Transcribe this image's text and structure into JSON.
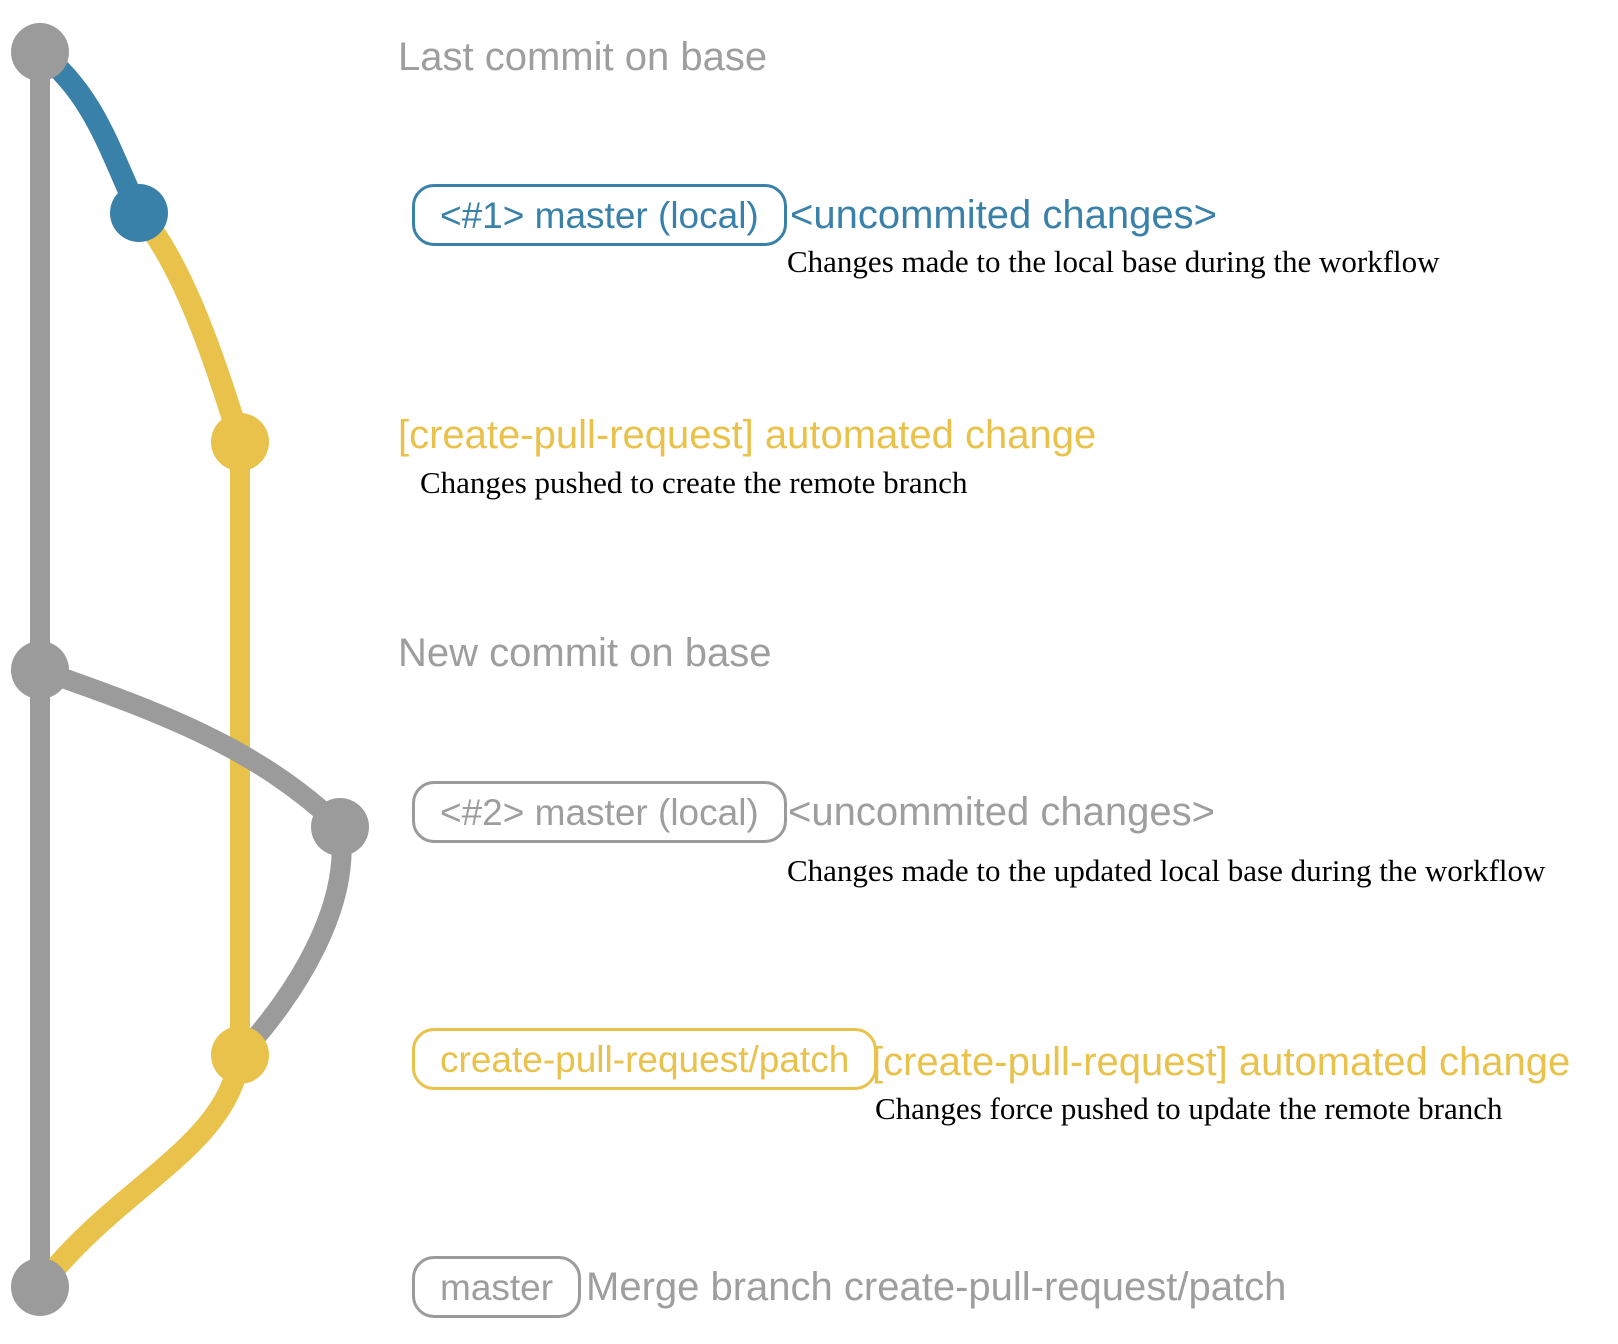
{
  "colors": {
    "gray": "#9b9b9b",
    "gray_text": "#9e9e9e",
    "blue": "#3a81aa",
    "yellow": "#e8c24a",
    "black": "#000000"
  },
  "graph": {
    "type": "git-branch-diagram",
    "branches": [
      {
        "name": "base (master)",
        "color": "gray"
      },
      {
        "name": "local uncommitted changes",
        "color": "blue"
      },
      {
        "name": "create-pull-request/patch",
        "color": "yellow"
      }
    ],
    "nodes": [
      {
        "id": "last-commit-on-base",
        "color": "gray"
      },
      {
        "id": "uncommited-changes-1",
        "color": "blue"
      },
      {
        "id": "automated-change-commit-1",
        "color": "yellow"
      },
      {
        "id": "new-commit-on-base",
        "color": "gray"
      },
      {
        "id": "uncommited-changes-2",
        "color": "gray"
      },
      {
        "id": "automated-change-commit-2",
        "color": "yellow"
      },
      {
        "id": "merge-commit",
        "color": "gray"
      }
    ]
  },
  "annotations": {
    "last_commit": "Last commit on base",
    "row1": {
      "badge": "<#1> master (local)",
      "label": "<uncommited changes>",
      "desc": "Changes made to the local base during the workflow"
    },
    "yellow1": {
      "heading": "[create-pull-request] automated change",
      "desc": "Changes pushed to create the remote branch"
    },
    "new_commit": "New commit on base",
    "row2": {
      "badge": "<#2> master (local)",
      "label": "<uncommited changes>",
      "desc": "Changes made to the updated local base during the workflow"
    },
    "row3": {
      "badge": "create-pull-request/patch",
      "heading": "[create-pull-request] automated change",
      "desc": "Changes force pushed to update the remote branch"
    },
    "merge": {
      "badge": "master",
      "text": "Merge branch create-pull-request/patch"
    }
  }
}
